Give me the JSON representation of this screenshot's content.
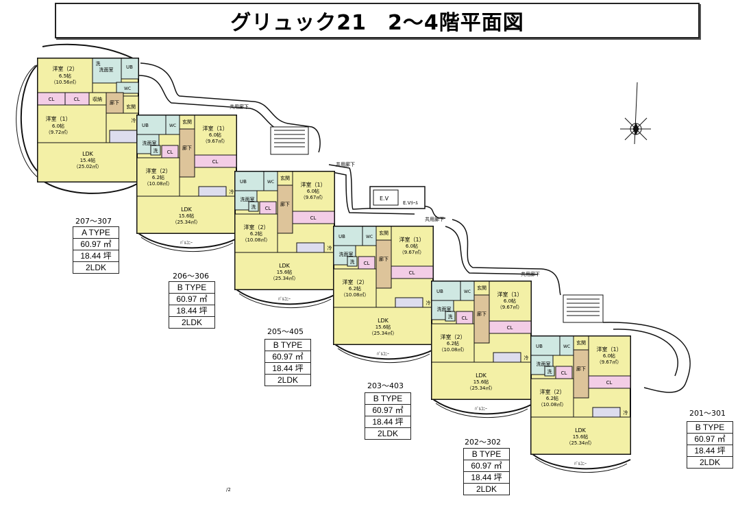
{
  "title": "グリュック21　2～4階平面図",
  "floor_note": "/2",
  "corridor_label": "共用廊下",
  "elevator": {
    "ev": "E.V",
    "hall": "E.Vﾎｰﾙ"
  },
  "balcony_label": "ﾊﾞﾙｺﾆｰ",
  "type_a_rooms": {
    "western2": "洋室（2）",
    "western2_jo": "6.5帖",
    "western2_m2": "（10.56㎡）",
    "western1": "洋室（1）",
    "western1_jo": "6.0帖",
    "western1_m2": "（9.72㎡）",
    "ldk": "LDK",
    "ldk_jo": "15.4帖",
    "ldk_m2": "（25.02㎡）",
    "washroom": "洗面室",
    "ub": "UB",
    "wash": "洗",
    "wc": "WC",
    "storage": "収納",
    "hall": "廊下",
    "entrance": "玄関",
    "cl": "CL",
    "fridge": "冷"
  },
  "type_b_rooms": {
    "western1": "洋室（1）",
    "western1_jo": "6.0帖",
    "western1_m2": "（9.67㎡）",
    "western2": "洋室（2）",
    "western2_jo": "6.2帖",
    "western2_m2": "（10.08㎡）",
    "ldk": "LDK",
    "ldk_jo": "15.6帖",
    "ldk_m2": "（25.34㎡）",
    "washroom": "洗面室",
    "ub": "UB",
    "wash": "洗",
    "wc": "WC",
    "hall": "廊下",
    "entrance": "玄関",
    "cl": "CL",
    "fridge": "冷"
  },
  "units": [
    {
      "rooms": "207～307",
      "type": "A TYPE",
      "area_m2": "60.97 ㎡",
      "area_tsubo": "18.44 坪",
      "layout": "2LDK"
    },
    {
      "rooms": "206～306",
      "type": "B TYPE",
      "area_m2": "60.97 ㎡",
      "area_tsubo": "18.44 坪",
      "layout": "2LDK"
    },
    {
      "rooms": "205～405",
      "type": "B TYPE",
      "area_m2": "60.97 ㎡",
      "area_tsubo": "18.44 坪",
      "layout": "2LDK"
    },
    {
      "rooms": "203～403",
      "type": "B TYPE",
      "area_m2": "60.97 ㎡",
      "area_tsubo": "18.44 坪",
      "layout": "2LDK"
    },
    {
      "rooms": "202～302",
      "type": "B TYPE",
      "area_m2": "60.97 ㎡",
      "area_tsubo": "18.44 坪",
      "layout": "2LDK"
    },
    {
      "rooms": "201～301",
      "type": "B TYPE",
      "area_m2": "60.97 ㎡",
      "area_tsubo": "18.44 坪",
      "layout": "2LDK"
    }
  ],
  "colors": {
    "room_fill": "#f3f0a6",
    "closet_fill": "#f3cde6",
    "wet_fill": "#cfe8e2",
    "hall_fill": "#ddc49a",
    "wall": "#111111"
  }
}
